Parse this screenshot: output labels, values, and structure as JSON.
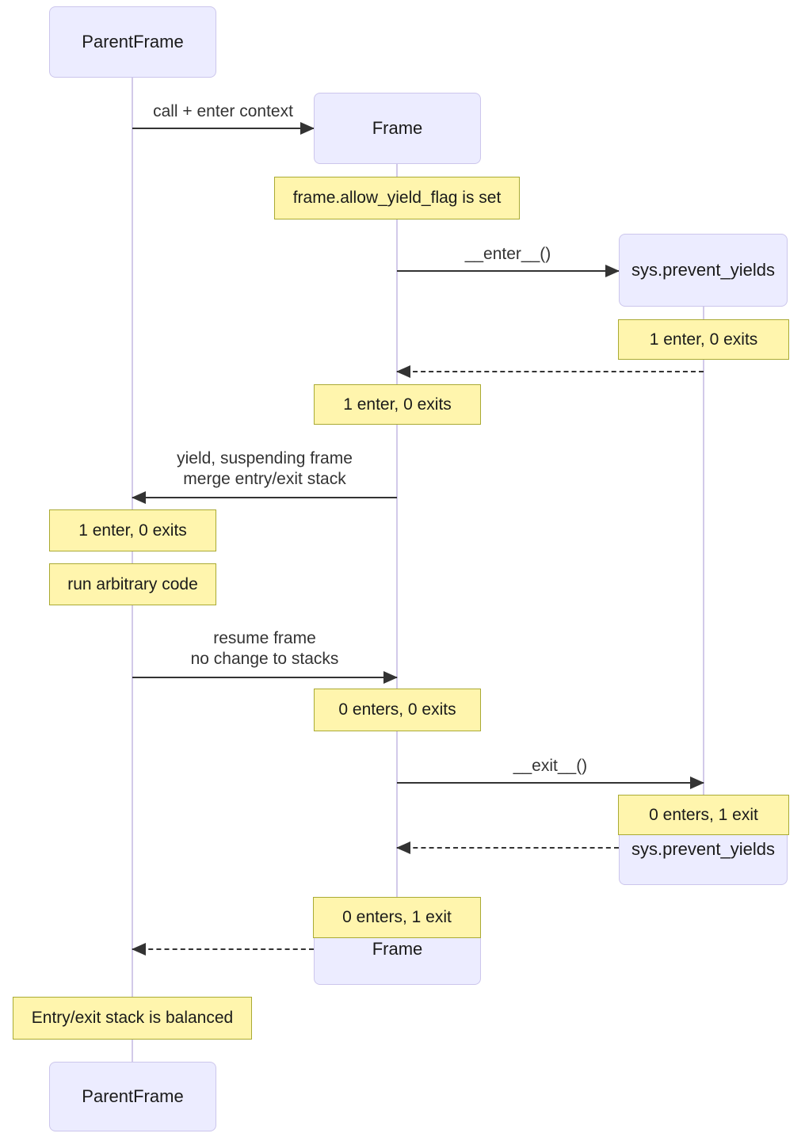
{
  "actors": {
    "parentframe": {
      "label": "ParentFrame"
    },
    "frame": {
      "label": "Frame"
    },
    "sys_prevent_yields": {
      "label": "sys.prevent_yields"
    }
  },
  "messages": {
    "call_enter_context": {
      "label": "call + enter context"
    },
    "enter_dunder": {
      "label": "__enter__()"
    },
    "yield_suspend": {
      "line1": "yield, suspending frame",
      "line2": "merge entry/exit stack"
    },
    "resume": {
      "line1": "resume frame",
      "line2": "no change to stacks"
    },
    "exit_dunder": {
      "label": "__exit__()"
    }
  },
  "notes": {
    "allow_yield_flag": {
      "text": "frame.allow_yield_flag is set"
    },
    "sys_after_enter": {
      "text": "1 enter, 0 exits"
    },
    "frame_after_enter": {
      "text": "1 enter, 0 exits"
    },
    "parent_after_yield": {
      "text": "1 enter, 0 exits"
    },
    "run_arbitrary_code": {
      "text": "run arbitrary code"
    },
    "frame_after_resume": {
      "text": "0 enters, 0 exits"
    },
    "sys_after_exit": {
      "text": "0 enters, 1 exit"
    },
    "frame_after_exit": {
      "text": "0 enters, 1 exit"
    },
    "balanced": {
      "text": "Entry/exit stack is balanced"
    }
  },
  "colors": {
    "actor_fill": "#ECECFF",
    "actor_border": "#CCC6EC",
    "note_fill": "#FFF5AD",
    "note_border": "#AAAA33",
    "lifeline": "#D2CAE9",
    "arrow": "#333333"
  }
}
